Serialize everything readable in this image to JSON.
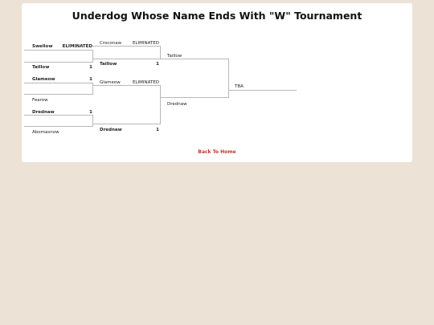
{
  "page": {
    "title": "Underdog Whose Name Ends With \"W\" Tournament",
    "back_link": "Back To Home"
  },
  "bracket": {
    "round1": [
      {
        "name": "Swellow",
        "score": "ELIMINATED"
      },
      {
        "name": "Taillow",
        "score": "1"
      },
      {
        "name": "Glameow",
        "score": "1"
      },
      {
        "name": "Fearow",
        "score": ""
      },
      {
        "name": "Drednaw",
        "score": "1"
      },
      {
        "name": "Abomasnow",
        "score": ""
      }
    ],
    "round2": [
      {
        "name": "Croconaw",
        "score": "ELIMINATED"
      },
      {
        "name": "Taillow",
        "score": "1"
      },
      {
        "name": "Glameow",
        "score": "ELIMINATED"
      },
      {
        "name": "Drednaw",
        "score": "1"
      }
    ],
    "round3": [
      {
        "name": "Taillow",
        "score": ""
      },
      {
        "name": "Drednaw",
        "score": ""
      }
    ],
    "final": {
      "name": "TBA"
    }
  },
  "colors": {
    "background": "#ece2d6",
    "card": "#ffffff",
    "line": "#b8b8b8",
    "link": "#c0392b"
  }
}
